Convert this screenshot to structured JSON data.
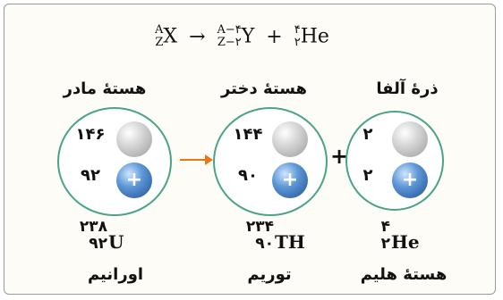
{
  "equation": {
    "parent": {
      "mass": "A",
      "atomic": "Z",
      "symbol": "X"
    },
    "arrow": "→",
    "daughter": {
      "mass": "A−۴",
      "atomic": "Z−۲",
      "symbol": "Y"
    },
    "plus": "+",
    "alpha": {
      "mass": "۴",
      "atomic": "۲",
      "symbol": "He"
    }
  },
  "columns": {
    "mother": {
      "heading": "هستهٔ مادر",
      "neutrons": "۱۴۶",
      "protons": "۹۲",
      "mass": "۲۳۸",
      "atomic": "۹۲",
      "symbol": "U",
      "name": "اورانیم"
    },
    "daughter": {
      "heading": "هستهٔ دختر",
      "neutrons": "۱۴۴",
      "protons": "۹۰",
      "mass": "۲۳۴",
      "atomic": "۹۰",
      "symbol": "TH",
      "name": "توریم"
    },
    "alpha": {
      "heading": "ذرهٔ آلفا",
      "neutrons": "۲",
      "protons": "۲",
      "mass": "۴",
      "atomic": "۲",
      "symbol": "He",
      "name": "هستهٔ هلیم"
    }
  },
  "proton_sign": "+",
  "join_plus": "+",
  "colors": {
    "circle_border": "#4aa388",
    "arrow": "#e8751a",
    "proton": "#2f6db8",
    "neutron": "#b0b0b0",
    "background": "#fdfcf6"
  },
  "icons": {
    "neutron": "grey-sphere",
    "proton": "blue-sphere-plus",
    "reaction_arrow": "right-arrow"
  }
}
